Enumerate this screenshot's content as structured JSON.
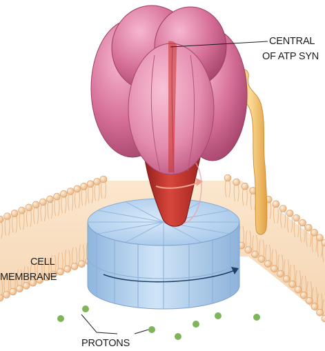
{
  "labels": {
    "central_line1": "CENTRAL",
    "central_line2": "OF ATP SYN",
    "membrane_line1": "CELL",
    "membrane_line2": "MEMBRANE",
    "protons": "PROTONS"
  },
  "colors": {
    "head_pink": "#c95c87",
    "head_light": "#f1a9c4",
    "stalk_red": "#c8322a",
    "stator_yellow": "#f2c774",
    "rotor_blue": "#a9cdef",
    "lipid_head": "#f4c9a0",
    "proton_green": "#7fb55a"
  }
}
